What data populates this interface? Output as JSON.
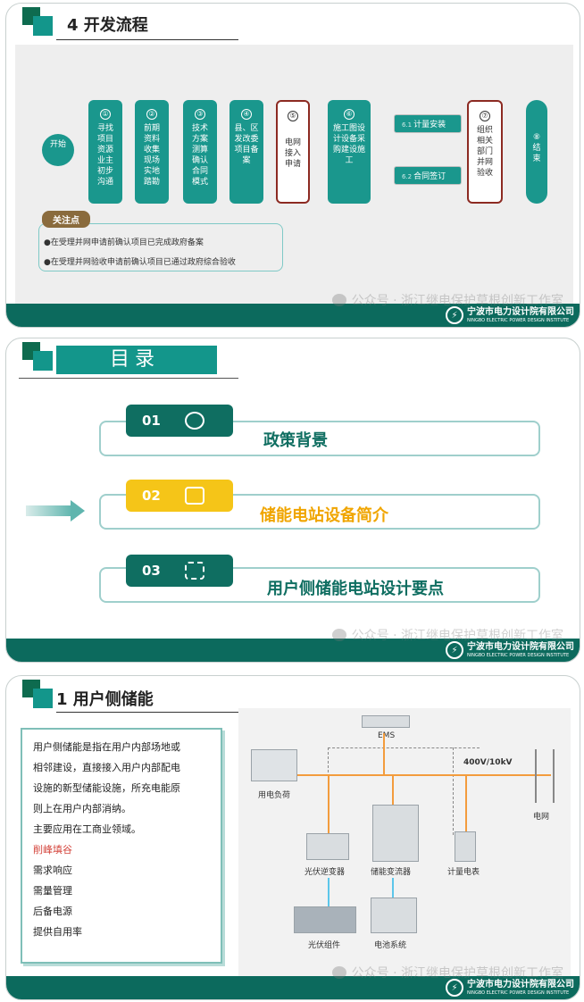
{
  "slide1": {
    "title": "4 开发流程",
    "start": "开始",
    "steps": [
      {
        "num": "①",
        "text": "寻找项目资源业主初步沟通"
      },
      {
        "num": "②",
        "text": "前期资料收集现场实地踏勘"
      },
      {
        "num": "③",
        "text": "技术方案测算确认合同模式"
      },
      {
        "num": "④",
        "text": "县、区发改委项目备案"
      },
      {
        "num": "⑤",
        "text": "电网接入申请"
      },
      {
        "num": "⑥",
        "text": "施工图设计设备采购建设施工"
      },
      {
        "num": "⑦",
        "text": "组织相关部门并网验收"
      },
      {
        "num": "⑧",
        "text": "结束"
      }
    ],
    "pills": [
      {
        "tag": "6.1",
        "text": "计量安装"
      },
      {
        "tag": "6.2",
        "text": "合同签订"
      }
    ],
    "focus_title": "关注点",
    "focus_items": [
      "●在受理并网申请前确认项目已完成政府备案",
      "●在受理并网验收申请前确认项目已通过政府综合验收"
    ]
  },
  "slide2": {
    "title": "目录",
    "items": [
      {
        "num": "01",
        "label": "政策背景"
      },
      {
        "num": "02",
        "label": "储能电站设备简介"
      },
      {
        "num": "03",
        "label": "用户侧储能电站设计要点"
      }
    ]
  },
  "slide3": {
    "title": "1 用户侧储能",
    "paragraph_lines": [
      "用户侧储能是指在用户内部场地或",
      "相邻建设，直接接入用户内部配电",
      "设施的新型储能设施，所充电能原",
      "则上在用户内部消纳。",
      "主要应用在工商业领域。"
    ],
    "highlight": "削峰填谷",
    "list": [
      "需求响应",
      "需量管理",
      "后备电源",
      "提供自用率"
    ],
    "diagram": {
      "ems": "EMS",
      "voltage": "400V/10kV",
      "load": "用电负荷",
      "grid": "电网",
      "pv_inverter": "光伏逆变器",
      "storage_converter": "储能变流器",
      "meter": "计量电表",
      "pv_module": "光伏组件",
      "battery": "电池系统"
    }
  },
  "footer": {
    "company_cn": "宁波市电力设计院有限公司",
    "company_en": "NINGBO ELECTRIC POWER DESIGN INSTITUTE",
    "watermark": "公众号 · 浙江继电保护草根创新工作室"
  },
  "colors": {
    "teal": "#1a978d",
    "dark_teal": "#0f6e61",
    "accent_yellow": "#f5c518",
    "accent_orange": "#f39c3d",
    "red_text": "#d4443b"
  }
}
